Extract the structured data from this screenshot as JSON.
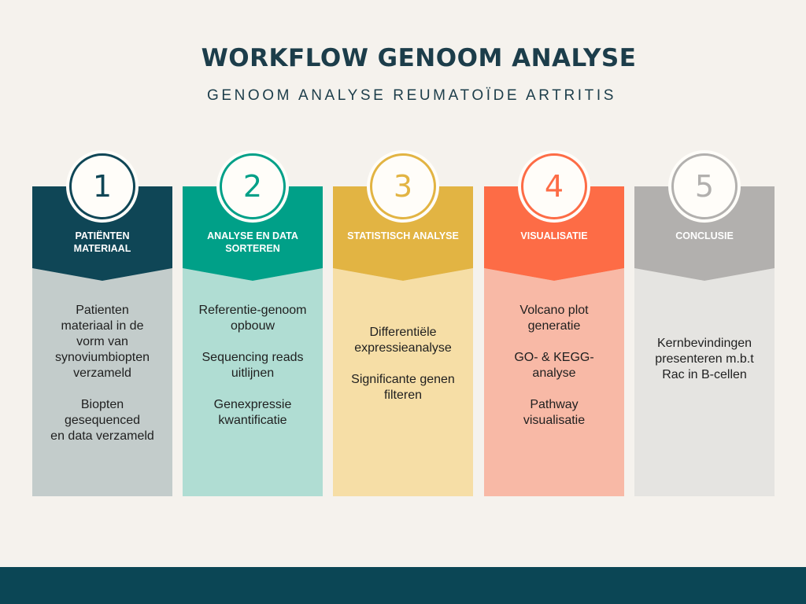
{
  "title": "WORKFLOW GENOOM ANALYSE",
  "subtitle": "GENOOM ANALYSE REUMATOÏDE ARTRITIS",
  "steps": [
    {
      "number": "1",
      "label_lines": [
        "PATIËNTEN",
        "MATERIAAL"
      ],
      "head_color": "#0f4656",
      "body_color": "#c3cccb",
      "number_color": "#0f4656",
      "paragraphs": [
        [
          "Patienten",
          "materiaal in de",
          "vorm van",
          "synoviumbiopten",
          "verzameld"
        ],
        [
          "Biopten",
          "gesequenced",
          "en data verzameld"
        ]
      ]
    },
    {
      "number": "2",
      "label_lines": [
        "ANALYSE EN DATA",
        "SORTEREN"
      ],
      "head_color": "#00a088",
      "body_color": "#b0ddd3",
      "number_color": "#00a088",
      "paragraphs": [
        [
          "Referentie-genoom",
          "opbouw"
        ],
        [
          "Sequencing reads",
          "uitlijnen"
        ],
        [
          "Genexpressie",
          "kwantificatie"
        ]
      ]
    },
    {
      "number": "3",
      "label_lines": [
        "STATISTISCH ANALYSE"
      ],
      "head_color": "#e2b443",
      "body_color": "#f6dea6",
      "number_color": "#e2b443",
      "paragraphs": [
        [
          "Differentiële",
          "expressieanalyse"
        ],
        [
          "Significante genen",
          "filteren"
        ]
      ]
    },
    {
      "number": "4",
      "label_lines": [
        "VISUALISATIE"
      ],
      "head_color": "#fd6c46",
      "body_color": "#f8b9a6",
      "number_color": "#fd6c46",
      "paragraphs": [
        [
          "Volcano plot",
          "generatie"
        ],
        [
          "GO- & KEGG-",
          "analyse"
        ],
        [
          "Pathway",
          "visualisatie"
        ]
      ]
    },
    {
      "number": "5",
      "label_lines": [
        "CONCLUSIE"
      ],
      "head_color": "#b2b0ae",
      "body_color": "#e5e4e1",
      "number_color": "#b2b0ae",
      "paragraphs": [
        [
          "Kernbevindingen",
          "presenteren m.b.t",
          "Rac in B-cellen"
        ]
      ]
    }
  ]
}
